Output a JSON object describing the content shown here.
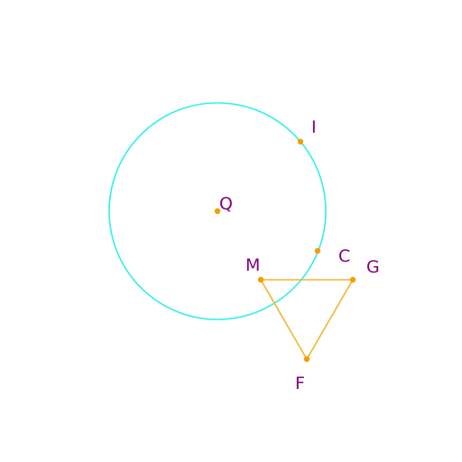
{
  "colors": {
    "circle": "#33eeee",
    "triangle": "#f5b431",
    "point": "#f0a000",
    "label": "#800080",
    "background": "#ffffff"
  },
  "points": {
    "Q": "Q",
    "I": "I",
    "C": "C",
    "M": "M",
    "G": "G",
    "F": "F"
  }
}
